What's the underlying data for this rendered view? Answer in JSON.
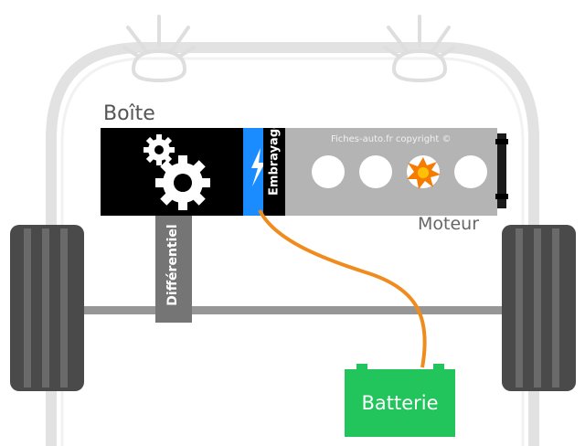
{
  "labels": {
    "gearbox": "Boîte",
    "clutch": "Embrayage",
    "differential": "Différentiel",
    "engine": "Moteur",
    "battery": "Batterie",
    "copyright": "Fiches-auto.fr copyright ©"
  },
  "colors": {
    "car_outline": "#e2e2e2",
    "gearbox": "#000000",
    "clutch": "#1a8cff",
    "engine": "#b4b4b4",
    "battery": "#22c45c",
    "cable": "#f08c1e",
    "axle": "#969696",
    "wheel": "#4a4a4a"
  },
  "icons": {
    "gearbox": "gears-icon",
    "clutch": "lightning-icon",
    "spark": "spark-icon"
  }
}
